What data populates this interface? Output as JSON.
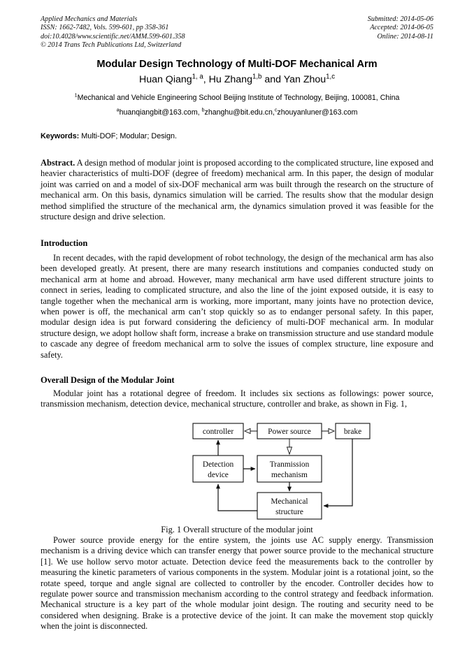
{
  "header": {
    "left": [
      "Applied Mechanics and Materials",
      "ISSN: 1662-7482, Vols. 599-601, pp 358-361",
      "doi:10.4028/www.scientific.net/AMM.599-601.358",
      "© 2014 Trans Tech Publications Ltd, Switzerland"
    ],
    "right": [
      "Submitted: 2014-05-06",
      "Accepted: 2014-06-05",
      "Online: 2014-08-11"
    ]
  },
  "title": "Modular Design Technology of Multi-DOF Mechanical Arm",
  "authors": {
    "a1_name": "Huan Qiang",
    "a1_sup": "1, a",
    "sep1": ", ",
    "a2_name": "Hu Zhang",
    "a2_sup": "1,b",
    "sep2": " and ",
    "a3_name": "Yan Zhou",
    "a3_sup": "1,c"
  },
  "affiliation": {
    "sup": "1",
    "text": "Mechanical and Vehicle Engineering School Beijing Institute of Technology, Beijing, 100081, China"
  },
  "emails": {
    "sup_a": "a",
    "email_a": "huanqiangbit@163.com, ",
    "sup_b": "b",
    "email_b": "zhanghu@bit.edu.cn,",
    "sup_c": "c",
    "email_c": "zhouyanluner@163.com"
  },
  "keywords": {
    "label": "Keywords:",
    "value": "Multi-DOF; Modular; Design."
  },
  "abstract": {
    "label": "Abstract.",
    "text": "A design method of modular joint is proposed according to the complicated structure, line exposed and heavier characteristics of multi-DOF (degree of freedom) mechanical arm. In this paper, the design of modular joint was carried on and a model of six-DOF mechanical arm was built through the research on the structure of mechanical arm. On this basis, dynamics simulation will be carried. The results show that the modular design method simplified the structure of the mechanical arm, the dynamics simulation proved it was feasible for the structure design and drive selection."
  },
  "sections": [
    {
      "heading": "Introduction",
      "paragraph": "In recent decades, with the rapid development of robot technology, the design of the mechanical arm has also been developed greatly. At present, there are many research institutions and companies conducted study on mechanical arm at home and abroad. However, many   mechanical arm have used different structure joints to connect in series, leading to complicated structure, and also the line of the joint exposed outside, it is easy to tangle together when the mechanical arm is working, more important, many joints have no protection device, when power is off, the mechanical arm can’t stop quickly so as to endanger personal safety. In this paper, modular design idea is put forward considering the deficiency of multi-DOF mechanical arm. In modular structure design, we adopt hollow shaft form, increase a brake on transmission structure and use standard module to cascade any degree of freedom mechanical arm to solve the issues of complex structure, line exposure and safety."
    },
    {
      "heading": "Overall Design of the Modular Joint",
      "paragraph": "Modular joint has a rotational degree of freedom. It includes six sections as followings: power source, transmission mechanism, detection device, mechanical structure, controller and brake, as shown in Fig. 1,"
    }
  ],
  "figure": {
    "caption": "Fig. 1 Overall structure of the modular joint",
    "blocks": [
      {
        "id": "controller",
        "label": "controller"
      },
      {
        "id": "power-source",
        "label": "Power source"
      },
      {
        "id": "brake",
        "label": "brake"
      },
      {
        "id": "detection-device",
        "label_line1": "Detection",
        "label_line2": "device"
      },
      {
        "id": "transmission-mechanism",
        "label_line1": "Tranmission",
        "label_line2": "mechanism"
      },
      {
        "id": "mechanical-structure",
        "label_line1": "Mechanical",
        "label_line2": "structure"
      }
    ],
    "connections": [
      {
        "from": "power-source",
        "to": "controller",
        "style": "hollow"
      },
      {
        "from": "power-source",
        "to": "brake",
        "style": "hollow"
      },
      {
        "from": "power-source",
        "to": "transmission-mechanism",
        "style": "hollow"
      },
      {
        "from": "detection-device",
        "to": "controller",
        "style": "solid"
      },
      {
        "from": "detection-device",
        "to": "transmission-mechanism",
        "style": "solid"
      },
      {
        "from": "transmission-mechanism",
        "to": "mechanical-structure",
        "style": "solid"
      },
      {
        "from": "mechanical-structure",
        "to": "detection-device",
        "style": "solid"
      },
      {
        "from": "brake",
        "to": "mechanical-structure",
        "style": "solid"
      }
    ]
  },
  "closing_paragraph": "Power source provide energy for the entire system, the joints use AC supply energy. Transmission mechanism is a driving device which can transfer energy that power source provide to the mechanical structure [1]. We use hollow servo motor actuate. Detection device feed the measurements back to the controller by measuring the kinetic parameters of various components in the system. Modular joint is a rotational joint, so the rotate speed, torque and angle signal are collected to controller by the encoder. Controller decides how to regulate power source and transmission mechanism according to the control strategy and feedback information. Mechanical structure is a key part of the whole modular joint design. The routing and security need to be considered when designing. Brake is a protective device of the joint. It can make the movement stop quickly when the joint is disconnected.",
  "colors": {
    "text": "#0a0a0a",
    "rule": "#000000",
    "page_bg": "#ffffff"
  }
}
